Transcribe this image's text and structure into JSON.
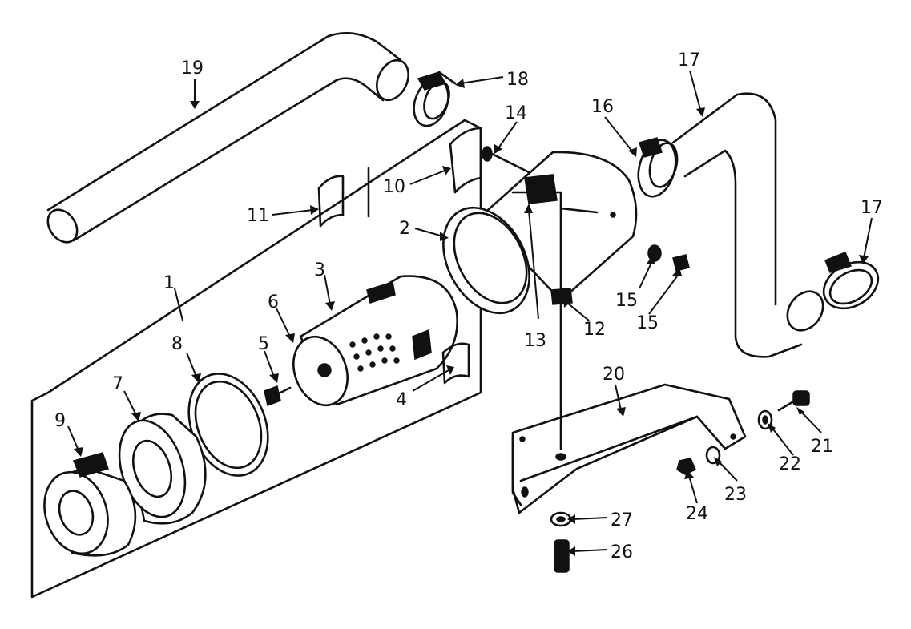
{
  "diagram": {
    "callouts": [
      {
        "id": "c1",
        "label": "1"
      },
      {
        "id": "c2",
        "label": "2"
      },
      {
        "id": "c3",
        "label": "3"
      },
      {
        "id": "c4",
        "label": "4"
      },
      {
        "id": "c5",
        "label": "5"
      },
      {
        "id": "c6",
        "label": "6"
      },
      {
        "id": "c7",
        "label": "7"
      },
      {
        "id": "c8",
        "label": "8"
      },
      {
        "id": "c9",
        "label": "9"
      },
      {
        "id": "c10",
        "label": "10"
      },
      {
        "id": "c11",
        "label": "11"
      },
      {
        "id": "c12",
        "label": "12"
      },
      {
        "id": "c13",
        "label": "13"
      },
      {
        "id": "c14",
        "label": "14"
      },
      {
        "id": "c15",
        "label": "15"
      },
      {
        "id": "c16",
        "label": "16"
      },
      {
        "id": "c17a",
        "label": "17"
      },
      {
        "id": "c17b",
        "label": "17"
      },
      {
        "id": "c18",
        "label": "18"
      },
      {
        "id": "c19",
        "label": "19"
      },
      {
        "id": "c20",
        "label": "20"
      },
      {
        "id": "c21",
        "label": "21"
      },
      {
        "id": "c22",
        "label": "22"
      },
      {
        "id": "c23",
        "label": "23"
      },
      {
        "id": "c24",
        "label": "24"
      },
      {
        "id": "c25",
        "label": "25"
      },
      {
        "id": "c26",
        "label": "26"
      },
      {
        "id": "c27",
        "label": "27"
      }
    ]
  }
}
